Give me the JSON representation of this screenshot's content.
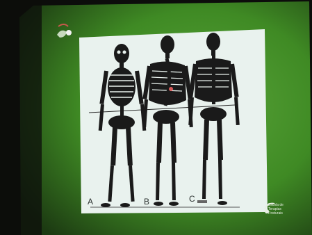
{
  "slide": {
    "labels": {
      "a": "A",
      "b": "B",
      "c": "C"
    },
    "logo_text": [
      "Escola de",
      "Terapias",
      "Posturais"
    ]
  },
  "colors": {
    "room": "#0c0d0b",
    "screen_green": "#3f8a24",
    "slide_background": "#e9f2ee",
    "skeleton": "#1a1a1a",
    "highlight": "#d65a5a"
  },
  "icons": [
    "slide-corner-logo-icon",
    "school-logo-icon"
  ]
}
